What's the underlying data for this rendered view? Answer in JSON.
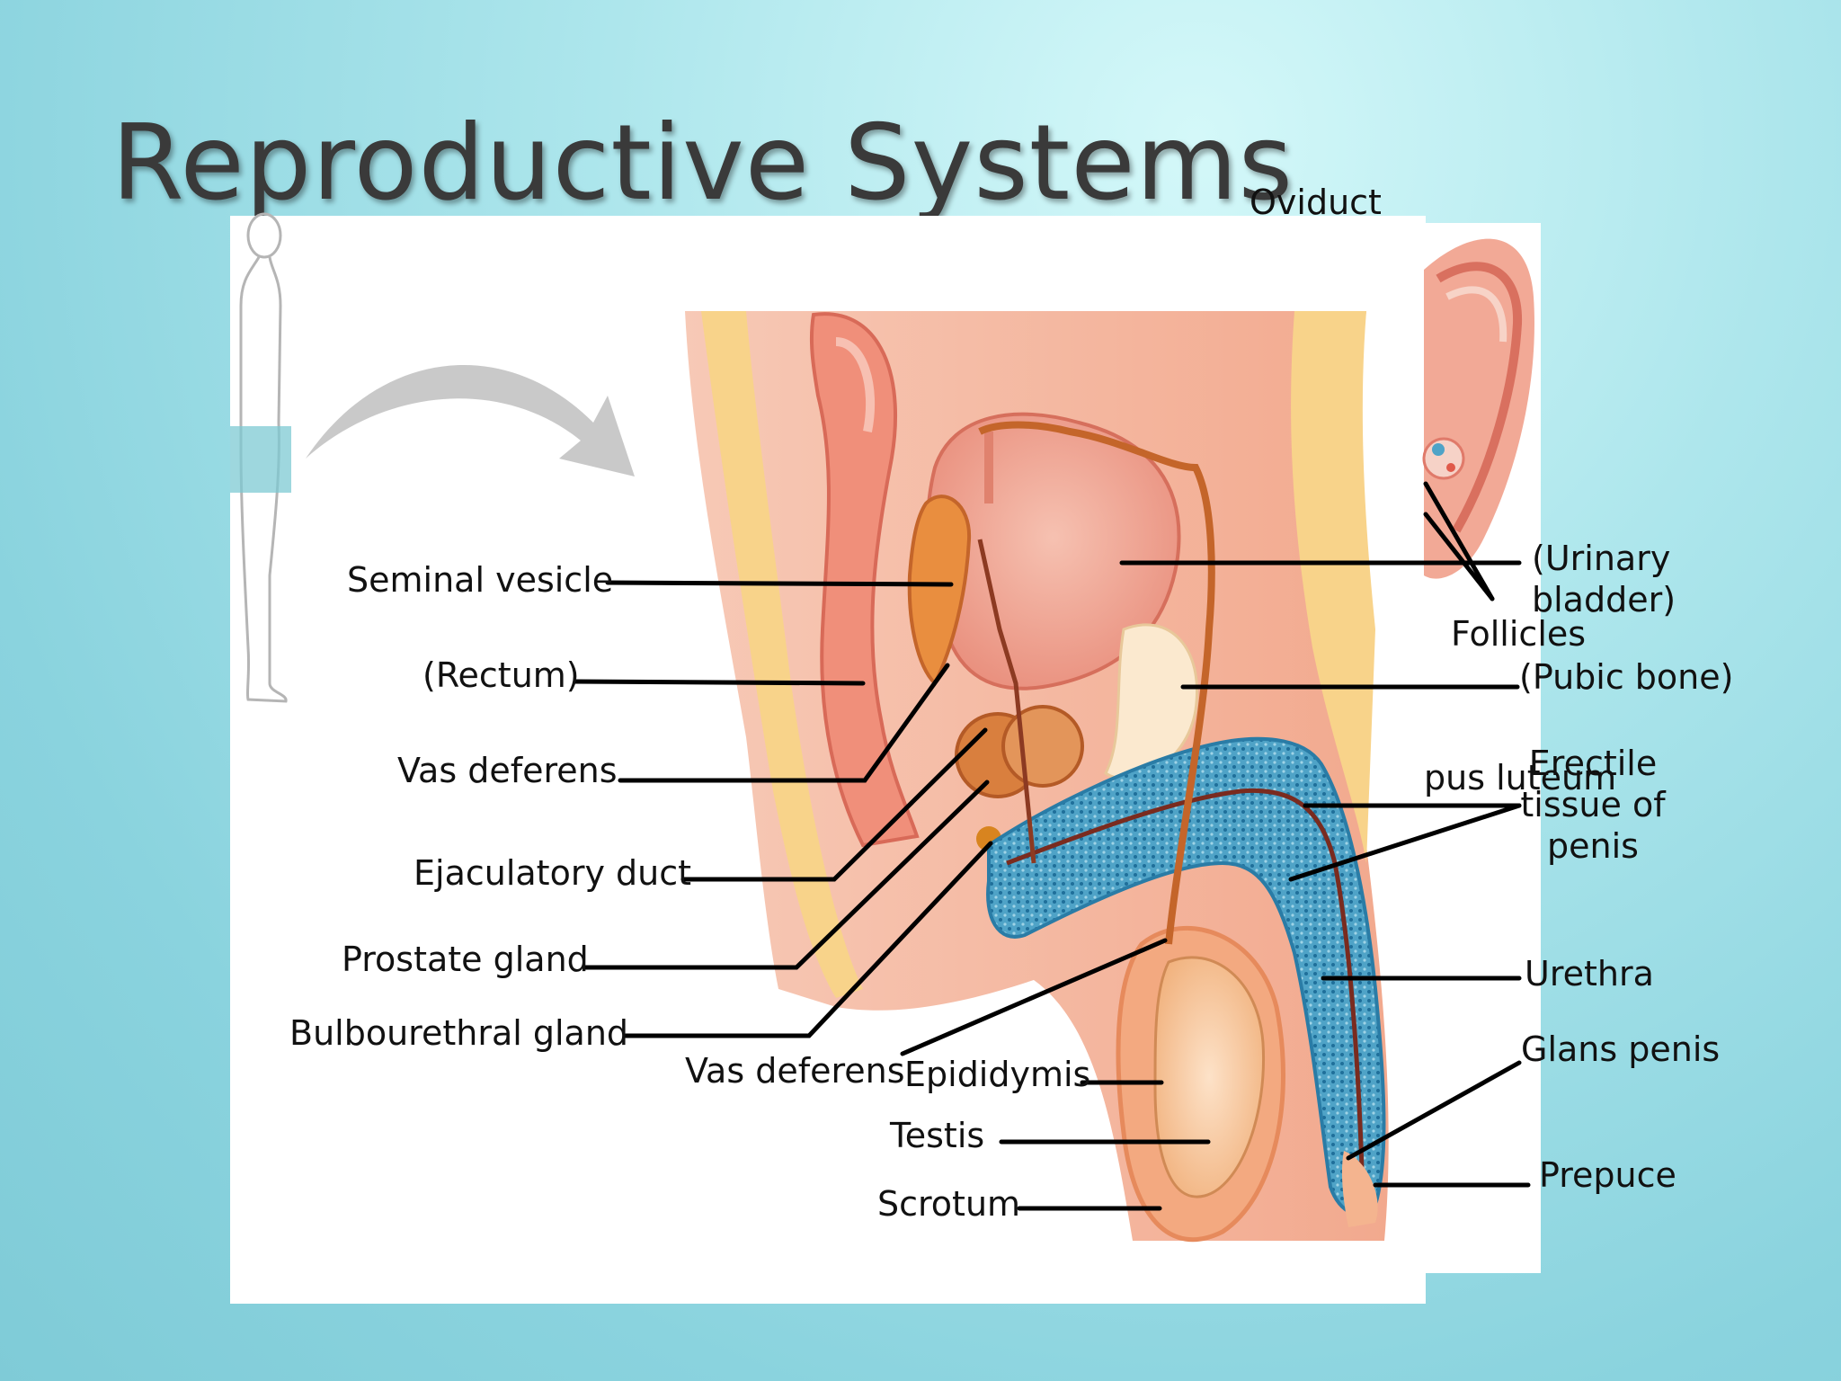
{
  "slide": {
    "title": "Reproductive Systems"
  },
  "labels": {
    "oviduct": "Oviduct",
    "seminal_vesicle": "Seminal vesicle",
    "rectum": "(Rectum)",
    "vas_deferens_upper": "Vas deferens",
    "ejaculatory_duct": "Ejaculatory duct",
    "prostate_gland": "Prostate gland",
    "bulbourethral_gland": "Bulbourethral gland",
    "vas_deferens_lower": "Vas deferens",
    "epididymis": "Epididymis",
    "testis": "Testis",
    "scrotum": "Scrotum",
    "urinary_bladder": "(Urinary\nbladder)",
    "follicles": "Follicles",
    "pubic_bone": "(Pubic bone)",
    "corpus_luteum_partial": "pus luteum",
    "erectile_tissue": "Erectile\ntissue of\npenis",
    "urethra": "Urethra",
    "glans_penis": "Glans penis",
    "prepuce": "Prepuce"
  },
  "colors": {
    "tissue_pink": "#f3b3a6",
    "tissue_orange": "#f1a15f",
    "fat_yellow": "#f8d38a",
    "erectile_blue": "#4fa3c7",
    "bladder": "#ee9f8e",
    "leader_line": "#000000"
  }
}
